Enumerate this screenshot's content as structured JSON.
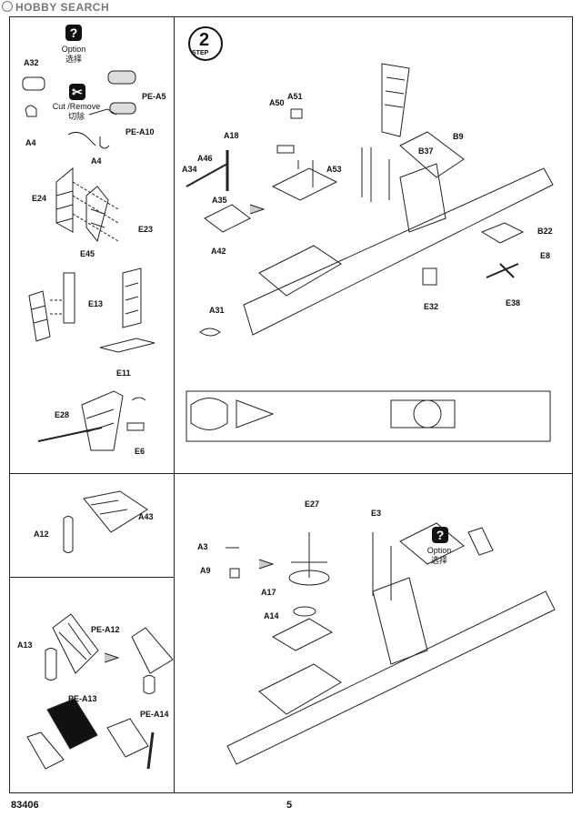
{
  "watermark": "HOBBY SEARCH",
  "step": {
    "label": "STEP",
    "number": "2"
  },
  "option": {
    "en": "Option",
    "cn": "选择"
  },
  "cut_remove": {
    "en": "Cut /Remove",
    "cn": "切除"
  },
  "footer": {
    "code": "83406",
    "page": "5"
  },
  "labels": {
    "a32": "A32",
    "a4": "A4",
    "a4b": "A4",
    "pe_a5": "PE-A5",
    "pe_a10": "PE-A10",
    "e24": "E24",
    "e23": "E23",
    "e45": "E45",
    "e13": "E13",
    "e11": "E11",
    "e28": "E28",
    "e6": "E6",
    "a43": "A43",
    "a12": "A12",
    "pe_a12": "PE-A12",
    "a13": "A13",
    "pe_a13": "PE-A13",
    "pe_a14": "PE-A14",
    "a50": "A50",
    "a51": "A51",
    "a18": "A18",
    "a46": "A46",
    "a34": "A34",
    "a35": "A35",
    "a42": "A42",
    "a53": "A53",
    "b37": "B37",
    "b9": "B9",
    "b22": "B22",
    "e8": "E8",
    "e32": "E32",
    "e38": "E38",
    "a31": "A31",
    "e27": "E27",
    "e3": "E3",
    "a3": "A3",
    "a9": "A9",
    "a17": "A17",
    "a14": "A14"
  }
}
